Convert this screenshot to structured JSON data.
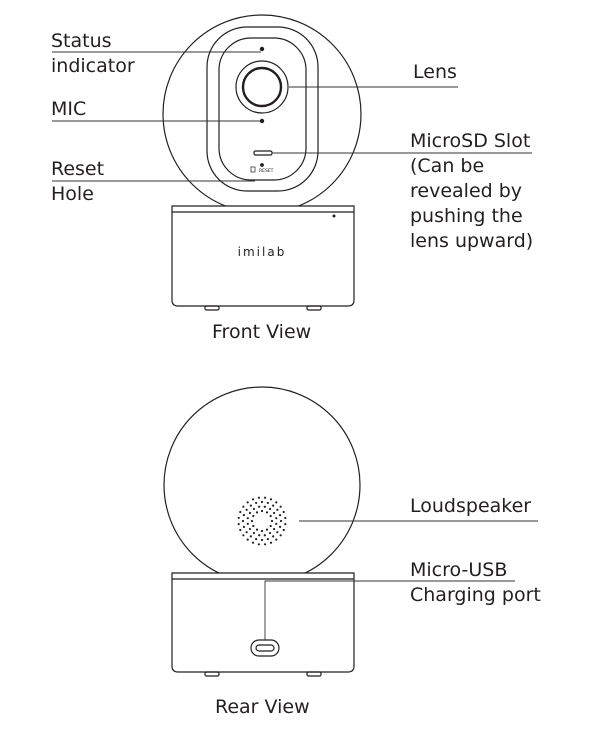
{
  "front": {
    "caption": "Front View",
    "brand": "imilab",
    "reset_text": "RESET",
    "labels": {
      "status_line1": "Status",
      "status_line2": "indicator",
      "mic": "MIC",
      "reset_line1": "Reset",
      "reset_line2": "Hole",
      "lens": "Lens",
      "microsd_line1": "MicroSD Slot",
      "microsd_line2": "(Can be",
      "microsd_line3": "revealed by",
      "microsd_line4": "pushing the",
      "microsd_line5": "lens upward)"
    }
  },
  "rear": {
    "caption": "Rear View",
    "labels": {
      "loudspeaker": "Loudspeaker",
      "usb_line1": "Micro-USB",
      "usb_line2": "Charging port"
    }
  },
  "colors": {
    "stroke": "#231f20",
    "line": "#333333"
  }
}
